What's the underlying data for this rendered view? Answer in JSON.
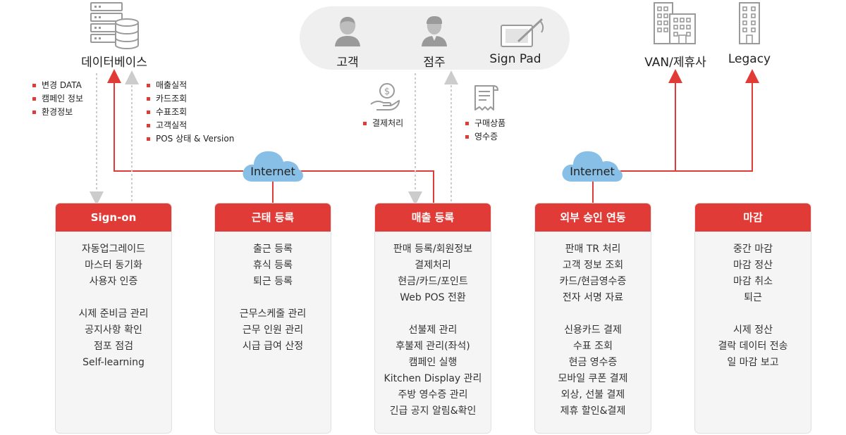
{
  "colors": {
    "accent": "#e03b36",
    "icon": "#9a9a9a",
    "cloud": "#87bfe6",
    "card_bg": "#f5f5f5",
    "pill_bg": "#efefef"
  },
  "database": {
    "label": "데이터베이스",
    "left_bullets": [
      "변경 DATA",
      "캠페인 정보",
      "환경정보"
    ],
    "right_bullets": [
      "매출실적",
      "카드조회",
      "수표조회",
      "고객실적",
      "POS 상태 & Version"
    ]
  },
  "actors": {
    "customer": "고객",
    "owner": "점주",
    "signpad": "Sign Pad"
  },
  "payment": {
    "bullets": [
      "결제처리"
    ]
  },
  "receipt": {
    "bullets": [
      "구매상품",
      "영수증"
    ]
  },
  "external": {
    "van": "VAN/제휴사",
    "legacy": "Legacy"
  },
  "clouds": {
    "left": "Internet",
    "right": "Internet"
  },
  "cards": [
    {
      "title": "Sign-on",
      "groups": [
        [
          "자동업그레이드",
          "마스터 동기화",
          "사용자 인증"
        ],
        [
          "시제 준비금 관리",
          "공지사항 확인",
          "점포 점검",
          "Self-learning"
        ]
      ]
    },
    {
      "title": "근태 등록",
      "groups": [
        [
          "출근 등록",
          "휴식 등록",
          "퇴근 등록"
        ],
        [
          "근무스케줄 관리",
          "근무 인원 관리",
          "시급 급여 산정"
        ]
      ]
    },
    {
      "title": "매출 등록",
      "groups": [
        [
          "판매 등록/회원정보",
          "결제처리",
          "현금/카드/포인트",
          "Web POS 전환"
        ],
        [
          "선불제 관리",
          "후불제 관리(좌석)",
          "캠페인 실행",
          "Kitchen Display 관리",
          "주방 영수증 관리",
          "긴급 공지 알림&확인"
        ]
      ]
    },
    {
      "title": "외부 승인 연동",
      "groups": [
        [
          "판매 TR 처리",
          "고객 정보 조회",
          "카드/현금영수증",
          "전자 서명 자료"
        ],
        [
          "신용카드 결제",
          "수표 조회",
          "현금 영수증",
          "모바일 쿠폰 결제",
          "외상, 선불 결제",
          "제휴 할인&결제"
        ]
      ]
    },
    {
      "title": "마감",
      "groups": [
        [
          "중간 마감",
          "마감 정산",
          "마감 취소",
          "퇴근"
        ],
        [
          "시제 정산",
          "결락 데이터 전송",
          "일 마감 보고"
        ]
      ]
    }
  ]
}
